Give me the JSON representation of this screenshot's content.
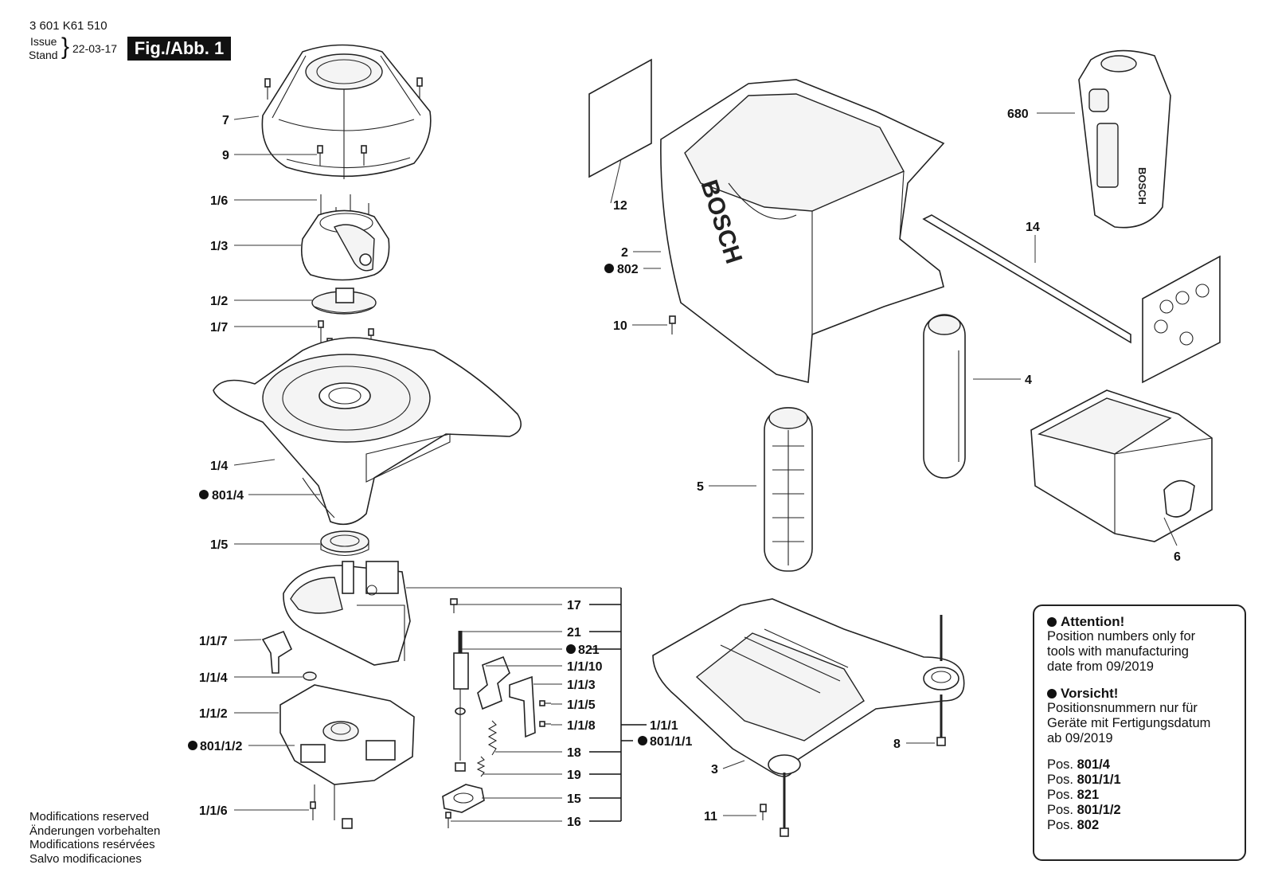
{
  "header": {
    "doc_number": "3 601 K61 510",
    "issue_label": "Issue",
    "stand_label": "Stand",
    "date": "22-03-17",
    "figure_label": "Fig./Abb. 1"
  },
  "callouts": {
    "p7": "7",
    "p9": "9",
    "p1_6": "1/6",
    "p1_3": "1/3",
    "p1_2": "1/2",
    "p1_7": "1/7",
    "p1_4": "1/4",
    "p801_4": "801/4",
    "p1_5": "1/5",
    "p1_1_7": "1/1/7",
    "p1_1_4": "1/1/4",
    "p1_1_2": "1/1/2",
    "p801_1_2": "801/1/2",
    "p1_1_6": "1/1/6",
    "p17": "17",
    "p21": "21",
    "p821": "821",
    "p1_1_10": "1/1/10",
    "p1_1_3": "1/1/3",
    "p1_1_5": "1/1/5",
    "p1_1_8": "1/1/8",
    "p18": "18",
    "p19": "19",
    "p15": "15",
    "p16": "16",
    "p1_1_1": "1/1/1",
    "p801_1_1": "801/1/1",
    "p12": "12",
    "p2": "2",
    "p802": "802",
    "p10": "10",
    "p5": "5",
    "p4": "4",
    "p680": "680",
    "p14": "14",
    "p6": "6",
    "p3": "3",
    "p8": "8",
    "p11": "11"
  },
  "brand_text": "BOSCH",
  "notice": {
    "attention_title": "Attention!",
    "attention_text_1": "Position  numbers only for",
    "attention_text_2": "tools with manufacturing",
    "attention_text_3": "date from 09/2019",
    "vorsicht_title": "Vorsicht!",
    "vorsicht_text_1": "Positionsnummern nur für",
    "vorsicht_text_2": "Geräte mit Fertigungsdatum",
    "vorsicht_text_3": "ab 09/2019",
    "pos_prefix": "Pos.",
    "positions": [
      "801/4",
      "801/1/1",
      "821",
      "801/1/2",
      "802"
    ]
  },
  "modifications": {
    "en": "Modifications reserved",
    "de": "Änderungen vorbehalten",
    "fr": "Modifications resérvées",
    "es": "Salvo modificaciones"
  }
}
